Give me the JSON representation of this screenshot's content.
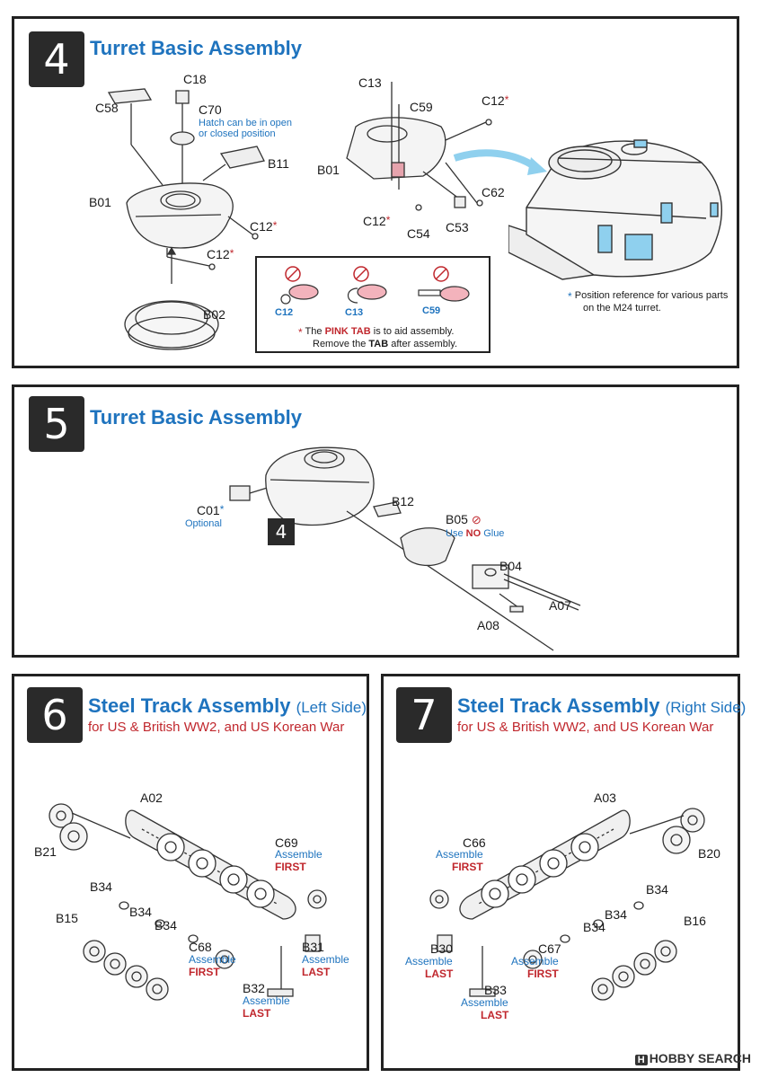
{
  "step4": {
    "number": "4",
    "title": "Turret Basic Assembly",
    "labels": {
      "C18": "C18",
      "C58": "C58",
      "C70": "C70",
      "C70_note_1": "Hatch can be in open",
      "C70_note_2": "or closed position",
      "B11": "B11",
      "B01": "B01",
      "C12a": "C12",
      "C12b": "C12",
      "B02": "B02",
      "C13": "C13",
      "C59": "C59",
      "C12c": "C12",
      "B01b": "B01",
      "C62": "C62",
      "C12d": "C12",
      "C54": "C54",
      "C53": "C53"
    },
    "tab_box": {
      "parts": [
        "C12",
        "C13",
        "C59"
      ],
      "note_prefix": "The",
      "note_pink": "PINK TAB",
      "note_mid": "is to aid assembly.",
      "note_line2_a": "Remove the",
      "note_line2_b": "TAB",
      "note_line2_c": "after assembly."
    },
    "reference_note_1": "Position reference for various parts",
    "reference_note_2": "on the M24 turret."
  },
  "step5": {
    "number": "5",
    "title": "Turret Basic Assembly",
    "sub_step": "4",
    "labels": {
      "C01": "C01",
      "C01_note": "Optional",
      "B12": "B12",
      "B05": "B05",
      "B05_use": "Use",
      "B05_no": "NO",
      "B05_glue": "Glue",
      "B04": "B04",
      "A07": "A07",
      "A08": "A08"
    }
  },
  "step6": {
    "number": "6",
    "title": "Steel Track Assembly",
    "side": "(Left Side)",
    "subtitle": "for US & British WW2, and US Korean War",
    "labels": {
      "A02": "A02",
      "B21": "B21",
      "B34a": "B34",
      "B34b": "B34",
      "B34c": "B34",
      "B15": "B15",
      "C69": "C69",
      "C68": "C68",
      "B31": "B31",
      "B32": "B32",
      "assemble": "Assemble",
      "first": "FIRST",
      "last": "LAST"
    }
  },
  "step7": {
    "number": "7",
    "title": "Steel Track Assembly",
    "side": "(Right Side)",
    "subtitle": "for US & British WW2, and US Korean War",
    "labels": {
      "A03": "A03",
      "C66": "C66",
      "B20": "B20",
      "B34a": "B34",
      "B34b": "B34",
      "B34c": "B34",
      "B16": "B16",
      "B30": "B30",
      "C67": "C67",
      "B33": "B33",
      "assemble": "Assemble",
      "first": "FIRST",
      "last": "LAST"
    }
  },
  "watermark": "HOBBY SEARCH",
  "watermark_logo": "H"
}
